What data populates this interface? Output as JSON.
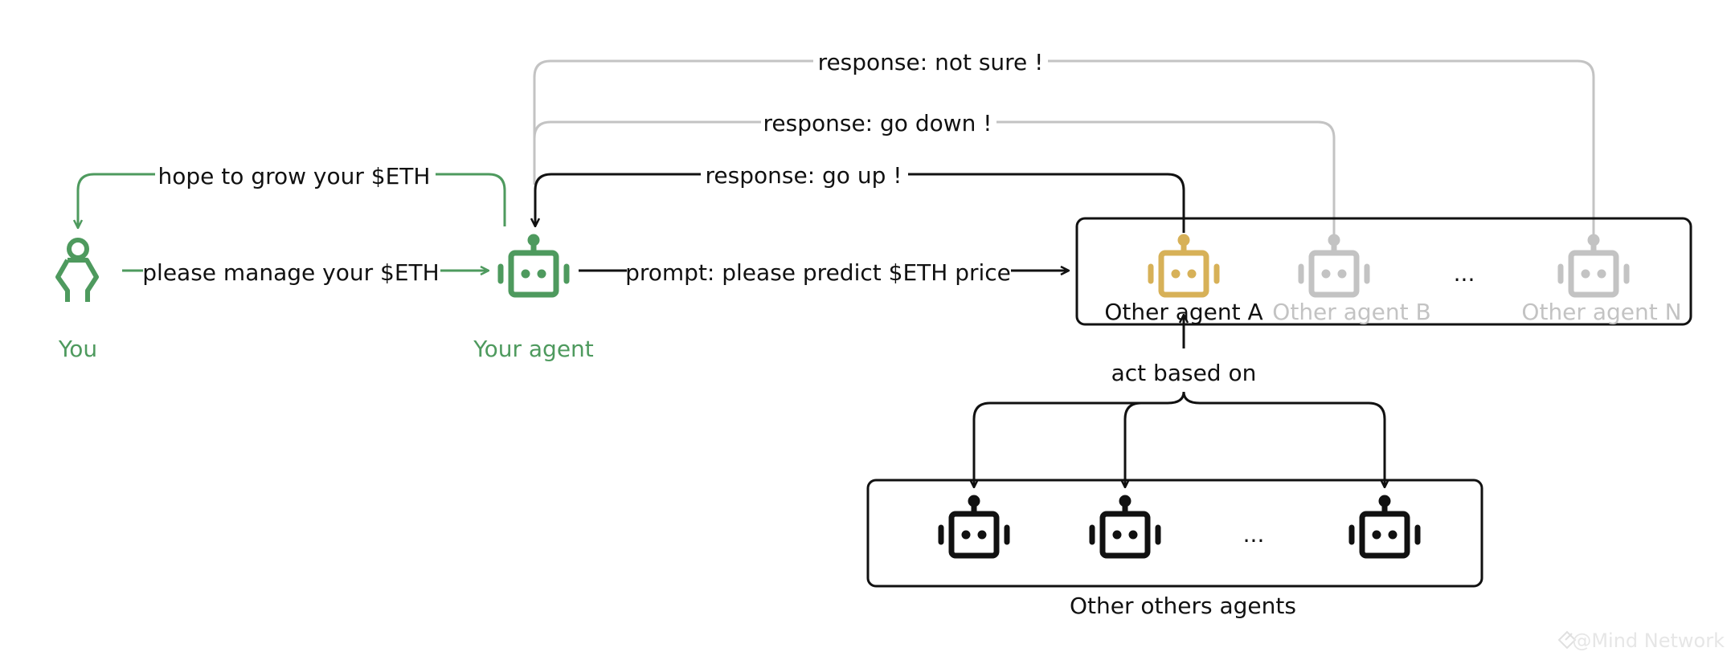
{
  "colors": {
    "green": "#4e9a5e",
    "gold": "#d7b158",
    "grey": "#c3c3c3",
    "black": "#111111"
  },
  "nodes": {
    "you": {
      "label": "You",
      "icon": "person-icon"
    },
    "your_agent": {
      "label": "Your agent",
      "icon": "robot-icon"
    },
    "other_agent_a": {
      "label": "Other agent A",
      "icon": "robot-icon"
    },
    "other_agent_b": {
      "label": "Other agent B",
      "icon": "robot-icon"
    },
    "other_agent_n": {
      "label": "Other agent N",
      "icon": "robot-icon"
    },
    "agents_ellipsis": "...",
    "others_group": {
      "label": "Other others agents",
      "ellipsis": "..."
    }
  },
  "edges": {
    "manage": "please manage your $ETH",
    "hope": "hope to grow your $ETH",
    "prompt": "prompt: please predict $ETH price",
    "response_up": "response: go up !",
    "response_down": "response: go down !",
    "response_unsure": "response: not sure !",
    "act": "act based on"
  },
  "watermark": "@Mind Network"
}
